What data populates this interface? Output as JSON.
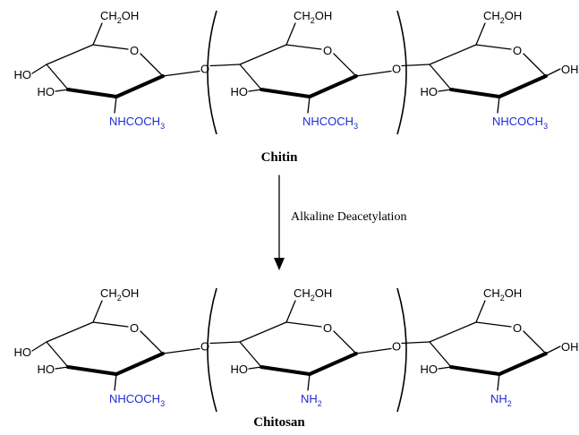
{
  "labels": {
    "ch2oh": "CH",
    "ch2oh_sub": "2",
    "ch2oh_tail": "OH",
    "oh": "OH",
    "ho": "HO",
    "ring_o": "O",
    "link_o": "O",
    "nhcoch3": "NHCOCH",
    "nhcoch3_sub": "3",
    "nh2": "NH",
    "nh2_sub": "2"
  },
  "captions": {
    "top": "Chitin",
    "bottom": "Chitosan"
  },
  "reaction": {
    "label": "Alkaline Deacetylation"
  },
  "colors": {
    "ink": "#000000",
    "substituent": "#1f2bd6"
  }
}
